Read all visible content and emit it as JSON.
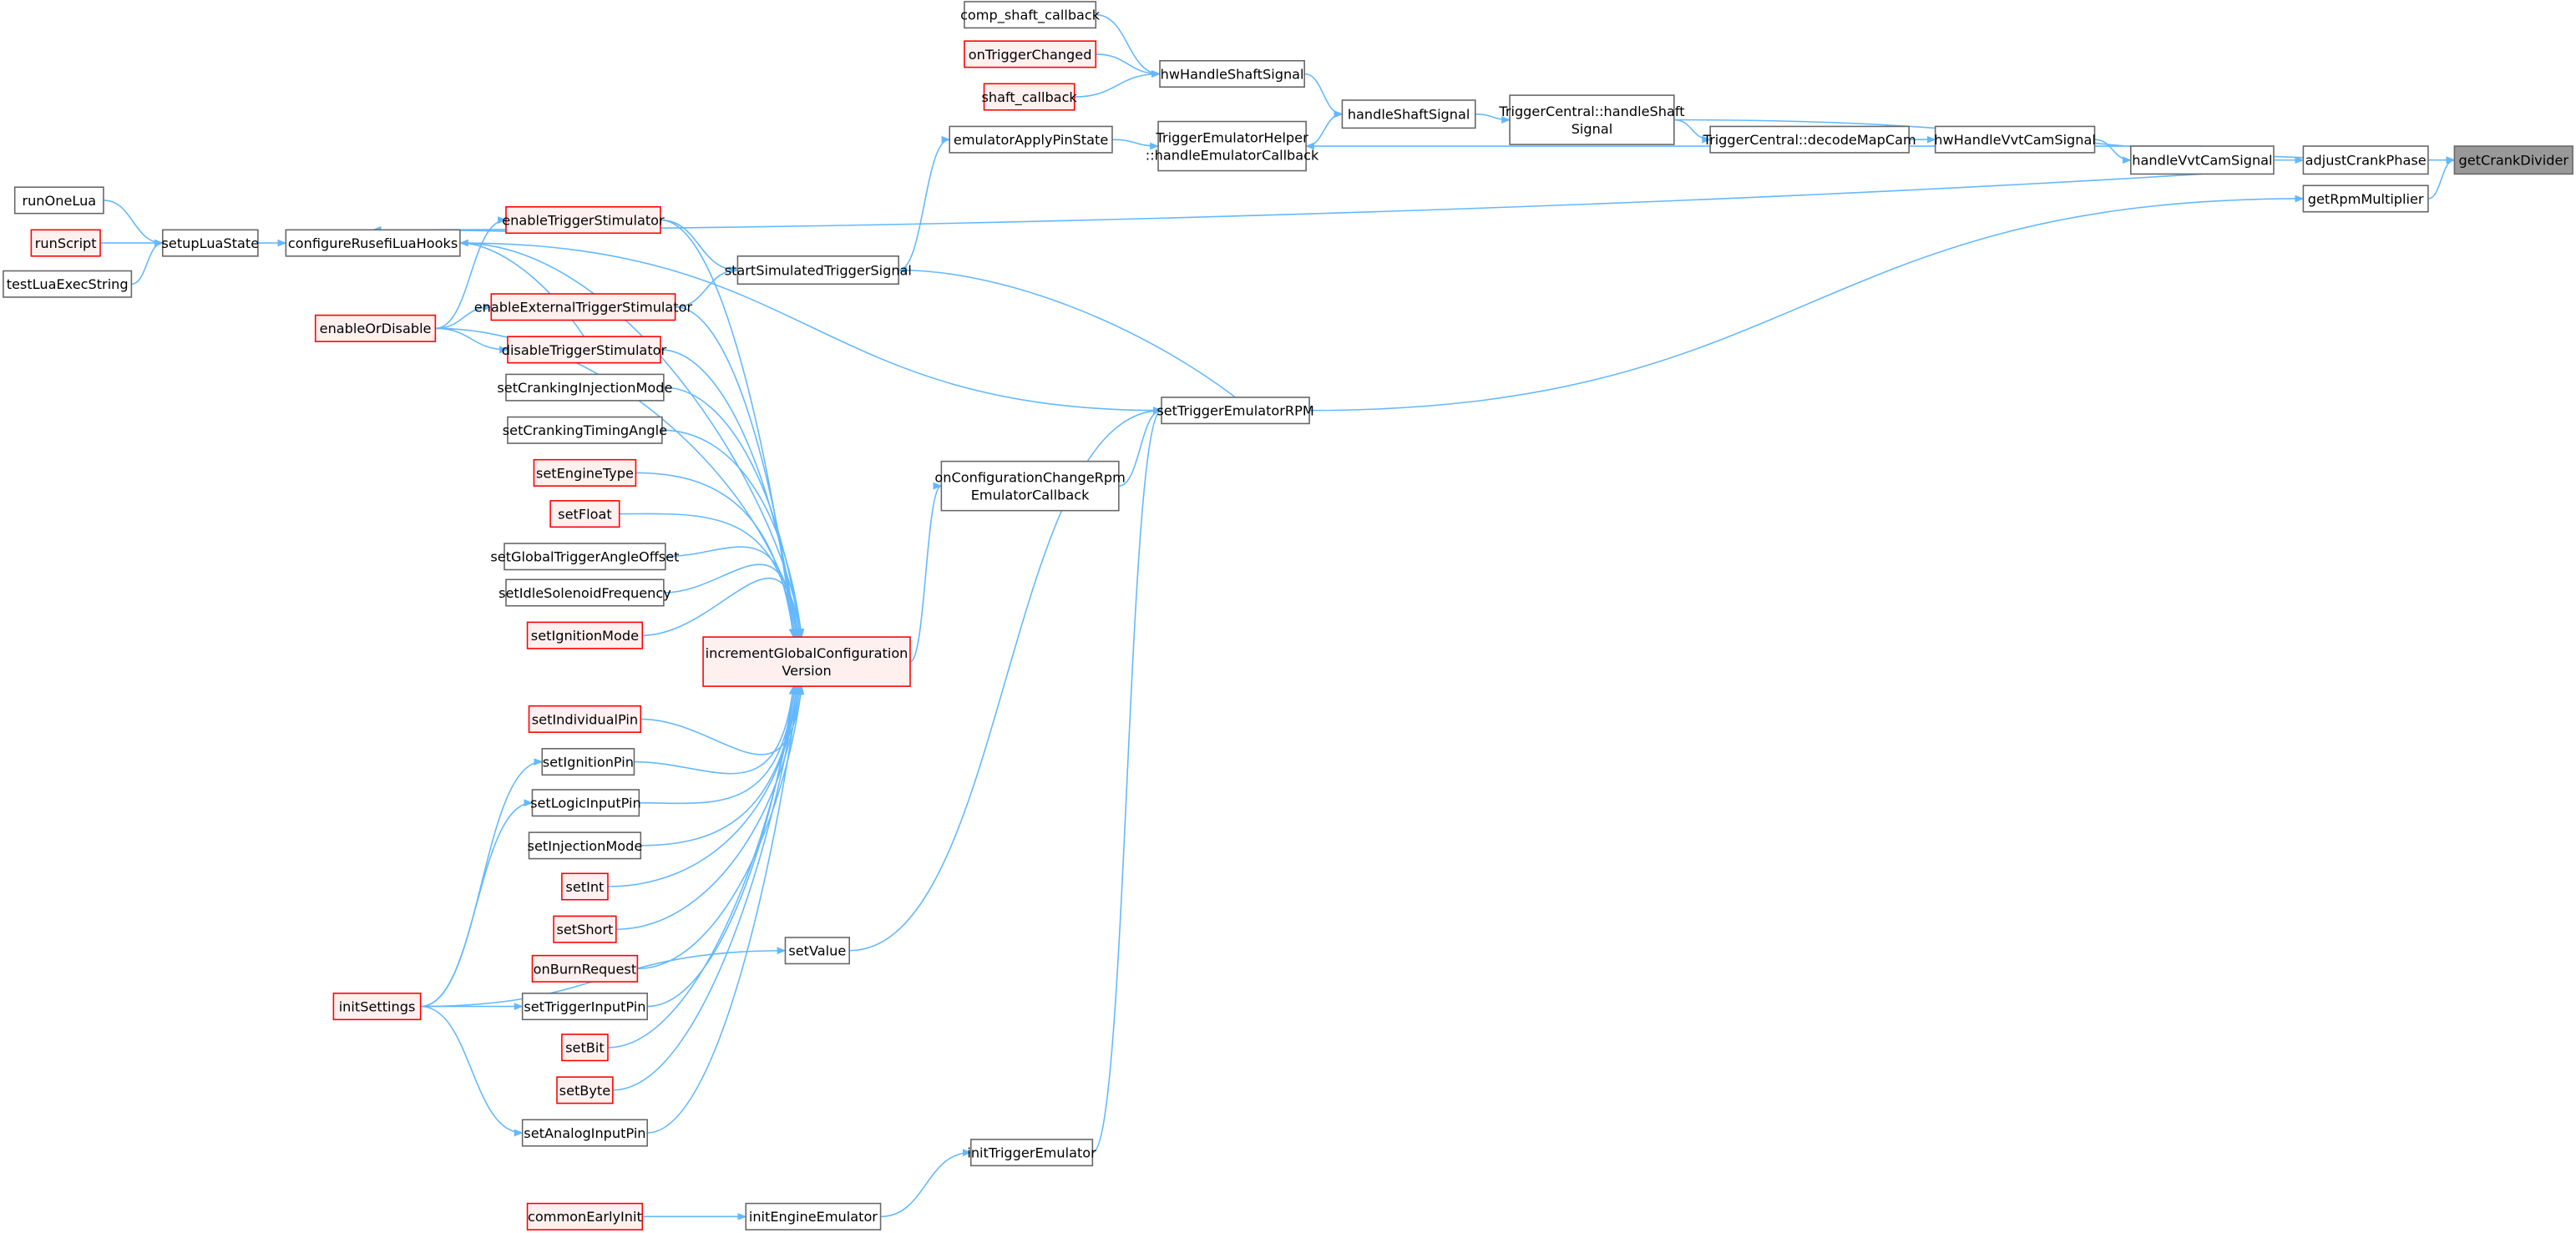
{
  "colors": {
    "edge": "#63b8ff",
    "red_border": "#ff0000",
    "red_fill": "#fff0f0",
    "current_fill": "#999999"
  },
  "nodes": [
    {
      "id": "getCrankDivider",
      "lines": [
        "getCrankDivider"
      ],
      "style": "current"
    },
    {
      "id": "adjustCrankPhase",
      "lines": [
        "adjustCrankPhase"
      ],
      "style": "normal"
    },
    {
      "id": "getRpmMultiplier",
      "lines": [
        "getRpmMultiplier"
      ],
      "style": "normal"
    },
    {
      "id": "handleVvtCamSignal",
      "lines": [
        "handleVvtCamSignal"
      ],
      "style": "normal"
    },
    {
      "id": "hwHandleVvtCamSignal",
      "lines": [
        "hwHandleVvtCamSignal"
      ],
      "style": "normal"
    },
    {
      "id": "decodeMapCam",
      "lines": [
        "TriggerCentral::decodeMapCam"
      ],
      "style": "normal"
    },
    {
      "id": "tcHandleShaft",
      "lines": [
        "TriggerCentral::handleShaft",
        "Signal"
      ],
      "style": "normal"
    },
    {
      "id": "handleShaftSignal",
      "lines": [
        "handleShaftSignal"
      ],
      "style": "normal"
    },
    {
      "id": "hwHandleShaftSignal",
      "lines": [
        "hwHandleShaftSignal"
      ],
      "style": "normal"
    },
    {
      "id": "comp_shaft_callback",
      "lines": [
        "comp_shaft_callback"
      ],
      "style": "normal"
    },
    {
      "id": "onTriggerChanged",
      "lines": [
        "onTriggerChanged"
      ],
      "style": "red"
    },
    {
      "id": "shaft_callback",
      "lines": [
        "shaft_callback"
      ],
      "style": "red"
    },
    {
      "id": "teHelper",
      "lines": [
        "TriggerEmulatorHelper",
        "::handleEmulatorCallback"
      ],
      "style": "normal"
    },
    {
      "id": "emulatorApplyPinState",
      "lines": [
        "emulatorApplyPinState"
      ],
      "style": "normal"
    },
    {
      "id": "startSimulated",
      "lines": [
        "startSimulatedTriggerSignal"
      ],
      "style": "normal"
    },
    {
      "id": "setTriggerEmulatorRPM",
      "lines": [
        "setTriggerEmulatorRPM"
      ],
      "style": "normal"
    },
    {
      "id": "onConfigChange",
      "lines": [
        "onConfigurationChangeRpm",
        "EmulatorCallback"
      ],
      "style": "normal"
    },
    {
      "id": "incrementGlobal",
      "lines": [
        "incrementGlobalConfiguration",
        "Version"
      ],
      "style": "red"
    },
    {
      "id": "setValue",
      "lines": [
        "setValue"
      ],
      "style": "normal"
    },
    {
      "id": "initTriggerEmulator",
      "lines": [
        "initTriggerEmulator"
      ],
      "style": "normal"
    },
    {
      "id": "initEngineEmulator",
      "lines": [
        "initEngineEmulator"
      ],
      "style": "normal"
    },
    {
      "id": "commonEarlyInit",
      "lines": [
        "commonEarlyInit"
      ],
      "style": "red"
    },
    {
      "id": "runOneLua",
      "lines": [
        "runOneLua"
      ],
      "style": "normal"
    },
    {
      "id": "runScript",
      "lines": [
        "runScript"
      ],
      "style": "red"
    },
    {
      "id": "testLuaExecString",
      "lines": [
        "testLuaExecString"
      ],
      "style": "normal"
    },
    {
      "id": "setupLuaState",
      "lines": [
        "setupLuaState"
      ],
      "style": "normal"
    },
    {
      "id": "configureRusefi",
      "lines": [
        "configureRusefiLuaHooks"
      ],
      "style": "normal"
    },
    {
      "id": "enableTriggerStimulator",
      "lines": [
        "enableTriggerStimulator"
      ],
      "style": "red"
    },
    {
      "id": "enableExternal",
      "lines": [
        "enableExternalTriggerStimulator"
      ],
      "style": "red"
    },
    {
      "id": "disableTrigger",
      "lines": [
        "disableTriggerStimulator"
      ],
      "style": "red"
    },
    {
      "id": "enableOrDisable",
      "lines": [
        "enableOrDisable"
      ],
      "style": "red"
    },
    {
      "id": "setCrankingInjectionMode",
      "lines": [
        "setCrankingInjectionMode"
      ],
      "style": "normal"
    },
    {
      "id": "setCrankingTimingAngle",
      "lines": [
        "setCrankingTimingAngle"
      ],
      "style": "normal"
    },
    {
      "id": "setEngineType",
      "lines": [
        "setEngineType"
      ],
      "style": "red"
    },
    {
      "id": "setFloat",
      "lines": [
        "setFloat"
      ],
      "style": "red"
    },
    {
      "id": "setGlobalTriggerAngleOffset",
      "lines": [
        "setGlobalTriggerAngleOffset"
      ],
      "style": "normal"
    },
    {
      "id": "setIdleSolenoidFrequency",
      "lines": [
        "setIdleSolenoidFrequency"
      ],
      "style": "normal"
    },
    {
      "id": "setIgnitionMode",
      "lines": [
        "setIgnitionMode"
      ],
      "style": "red"
    },
    {
      "id": "setIndividualPin",
      "lines": [
        "setIndividualPin"
      ],
      "style": "red"
    },
    {
      "id": "setIgnitionPin",
      "lines": [
        "setIgnitionPin"
      ],
      "style": "normal"
    },
    {
      "id": "setLogicInputPin",
      "lines": [
        "setLogicInputPin"
      ],
      "style": "normal"
    },
    {
      "id": "setInjectionMode",
      "lines": [
        "setInjectionMode"
      ],
      "style": "normal"
    },
    {
      "id": "setInt",
      "lines": [
        "setInt"
      ],
      "style": "red"
    },
    {
      "id": "setShort",
      "lines": [
        "setShort"
      ],
      "style": "red"
    },
    {
      "id": "onBurnRequest",
      "lines": [
        "onBurnRequest"
      ],
      "style": "red"
    },
    {
      "id": "initSettings",
      "lines": [
        "initSettings"
      ],
      "style": "red"
    },
    {
      "id": "setTriggerInputPin",
      "lines": [
        "setTriggerInputPin"
      ],
      "style": "normal"
    },
    {
      "id": "setBit",
      "lines": [
        "setBit"
      ],
      "style": "red"
    },
    {
      "id": "setByte",
      "lines": [
        "setByte"
      ],
      "style": "red"
    },
    {
      "id": "setAnalogInputPin",
      "lines": [
        "setAnalogInputPin"
      ],
      "style": "normal"
    }
  ],
  "edges": [
    [
      "adjustCrankPhase",
      "getCrankDivider"
    ],
    [
      "getRpmMultiplier",
      "getCrankDivider"
    ],
    [
      "tcHandleShaft",
      "getCrankDivider"
    ],
    [
      "handleVvtCamSignal",
      "adjustCrankPhase"
    ],
    [
      "setTriggerEmulatorRPM",
      "getRpmMultiplier"
    ],
    [
      "hwHandleVvtCamSignal",
      "handleVvtCamSignal"
    ],
    [
      "decodeMapCam",
      "hwHandleVvtCamSignal"
    ],
    [
      "tcHandleShaft",
      "decodeMapCam"
    ],
    [
      "handleShaftSignal",
      "tcHandleShaft"
    ],
    [
      "hwHandleShaftSignal",
      "handleShaftSignal"
    ],
    [
      "teHelper",
      "handleShaftSignal"
    ],
    [
      "comp_shaft_callback",
      "hwHandleShaftSignal"
    ],
    [
      "onTriggerChanged",
      "hwHandleShaftSignal"
    ],
    [
      "shaft_callback",
      "hwHandleShaftSignal"
    ],
    [
      "handleVvtCamSignal",
      "teHelper"
    ],
    [
      "emulatorApplyPinState",
      "teHelper"
    ],
    [
      "startSimulated",
      "emulatorApplyPinState"
    ],
    [
      "handleVvtCamSignal",
      "configureRusefi"
    ],
    [
      "enableTriggerStimulator",
      "startSimulated"
    ],
    [
      "enableExternal",
      "startSimulated"
    ],
    [
      "setTriggerEmulatorRPM",
      "startSimulated"
    ],
    [
      "configureRusefi",
      "setTriggerEmulatorRPM"
    ],
    [
      "onConfigChange",
      "setTriggerEmulatorRPM"
    ],
    [
      "setValue",
      "setTriggerEmulatorRPM"
    ],
    [
      "initTriggerEmulator",
      "setTriggerEmulatorRPM"
    ],
    [
      "incrementGlobal",
      "onConfigChange"
    ],
    [
      "runOneLua",
      "setupLuaState"
    ],
    [
      "runScript",
      "setupLuaState"
    ],
    [
      "testLuaExecString",
      "setupLuaState"
    ],
    [
      "setupLuaState",
      "configureRusefi"
    ],
    [
      "enableTriggerStimulator",
      "configureRusefi"
    ],
    [
      "enableOrDisable",
      "enableTriggerStimulator"
    ],
    [
      "enableOrDisable",
      "enableExternal"
    ],
    [
      "enableOrDisable",
      "disableTrigger"
    ],
    [
      "disableTrigger",
      "configureRusefi"
    ],
    [
      "configureRusefi",
      "incrementGlobal"
    ],
    [
      "enableTriggerStimulator",
      "incrementGlobal"
    ],
    [
      "enableExternal",
      "incrementGlobal"
    ],
    [
      "disableTrigger",
      "incrementGlobal"
    ],
    [
      "enableOrDisable",
      "incrementGlobal"
    ],
    [
      "setCrankingInjectionMode",
      "incrementGlobal"
    ],
    [
      "setCrankingTimingAngle",
      "incrementGlobal"
    ],
    [
      "setEngineType",
      "incrementGlobal"
    ],
    [
      "setFloat",
      "incrementGlobal"
    ],
    [
      "setGlobalTriggerAngleOffset",
      "incrementGlobal"
    ],
    [
      "setIdleSolenoidFrequency",
      "incrementGlobal"
    ],
    [
      "setIgnitionMode",
      "incrementGlobal"
    ],
    [
      "setIndividualPin",
      "incrementGlobal"
    ],
    [
      "setIgnitionPin",
      "incrementGlobal"
    ],
    [
      "setLogicInputPin",
      "incrementGlobal"
    ],
    [
      "setInjectionMode",
      "incrementGlobal"
    ],
    [
      "setInt",
      "incrementGlobal"
    ],
    [
      "setShort",
      "incrementGlobal"
    ],
    [
      "onBurnRequest",
      "incrementGlobal"
    ],
    [
      "setTriggerInputPin",
      "incrementGlobal"
    ],
    [
      "setBit",
      "incrementGlobal"
    ],
    [
      "setByte",
      "incrementGlobal"
    ],
    [
      "setAnalogInputPin",
      "incrementGlobal"
    ],
    [
      "initSettings",
      "setIgnitionPin"
    ],
    [
      "initSettings",
      "setLogicInputPin"
    ],
    [
      "initSettings",
      "setTriggerInputPin"
    ],
    [
      "initSettings",
      "setAnalogInputPin"
    ],
    [
      "initSettings",
      "setValue"
    ],
    [
      "initEngineEmulator",
      "initTriggerEmulator"
    ],
    [
      "commonEarlyInit",
      "initEngineEmulator"
    ]
  ]
}
